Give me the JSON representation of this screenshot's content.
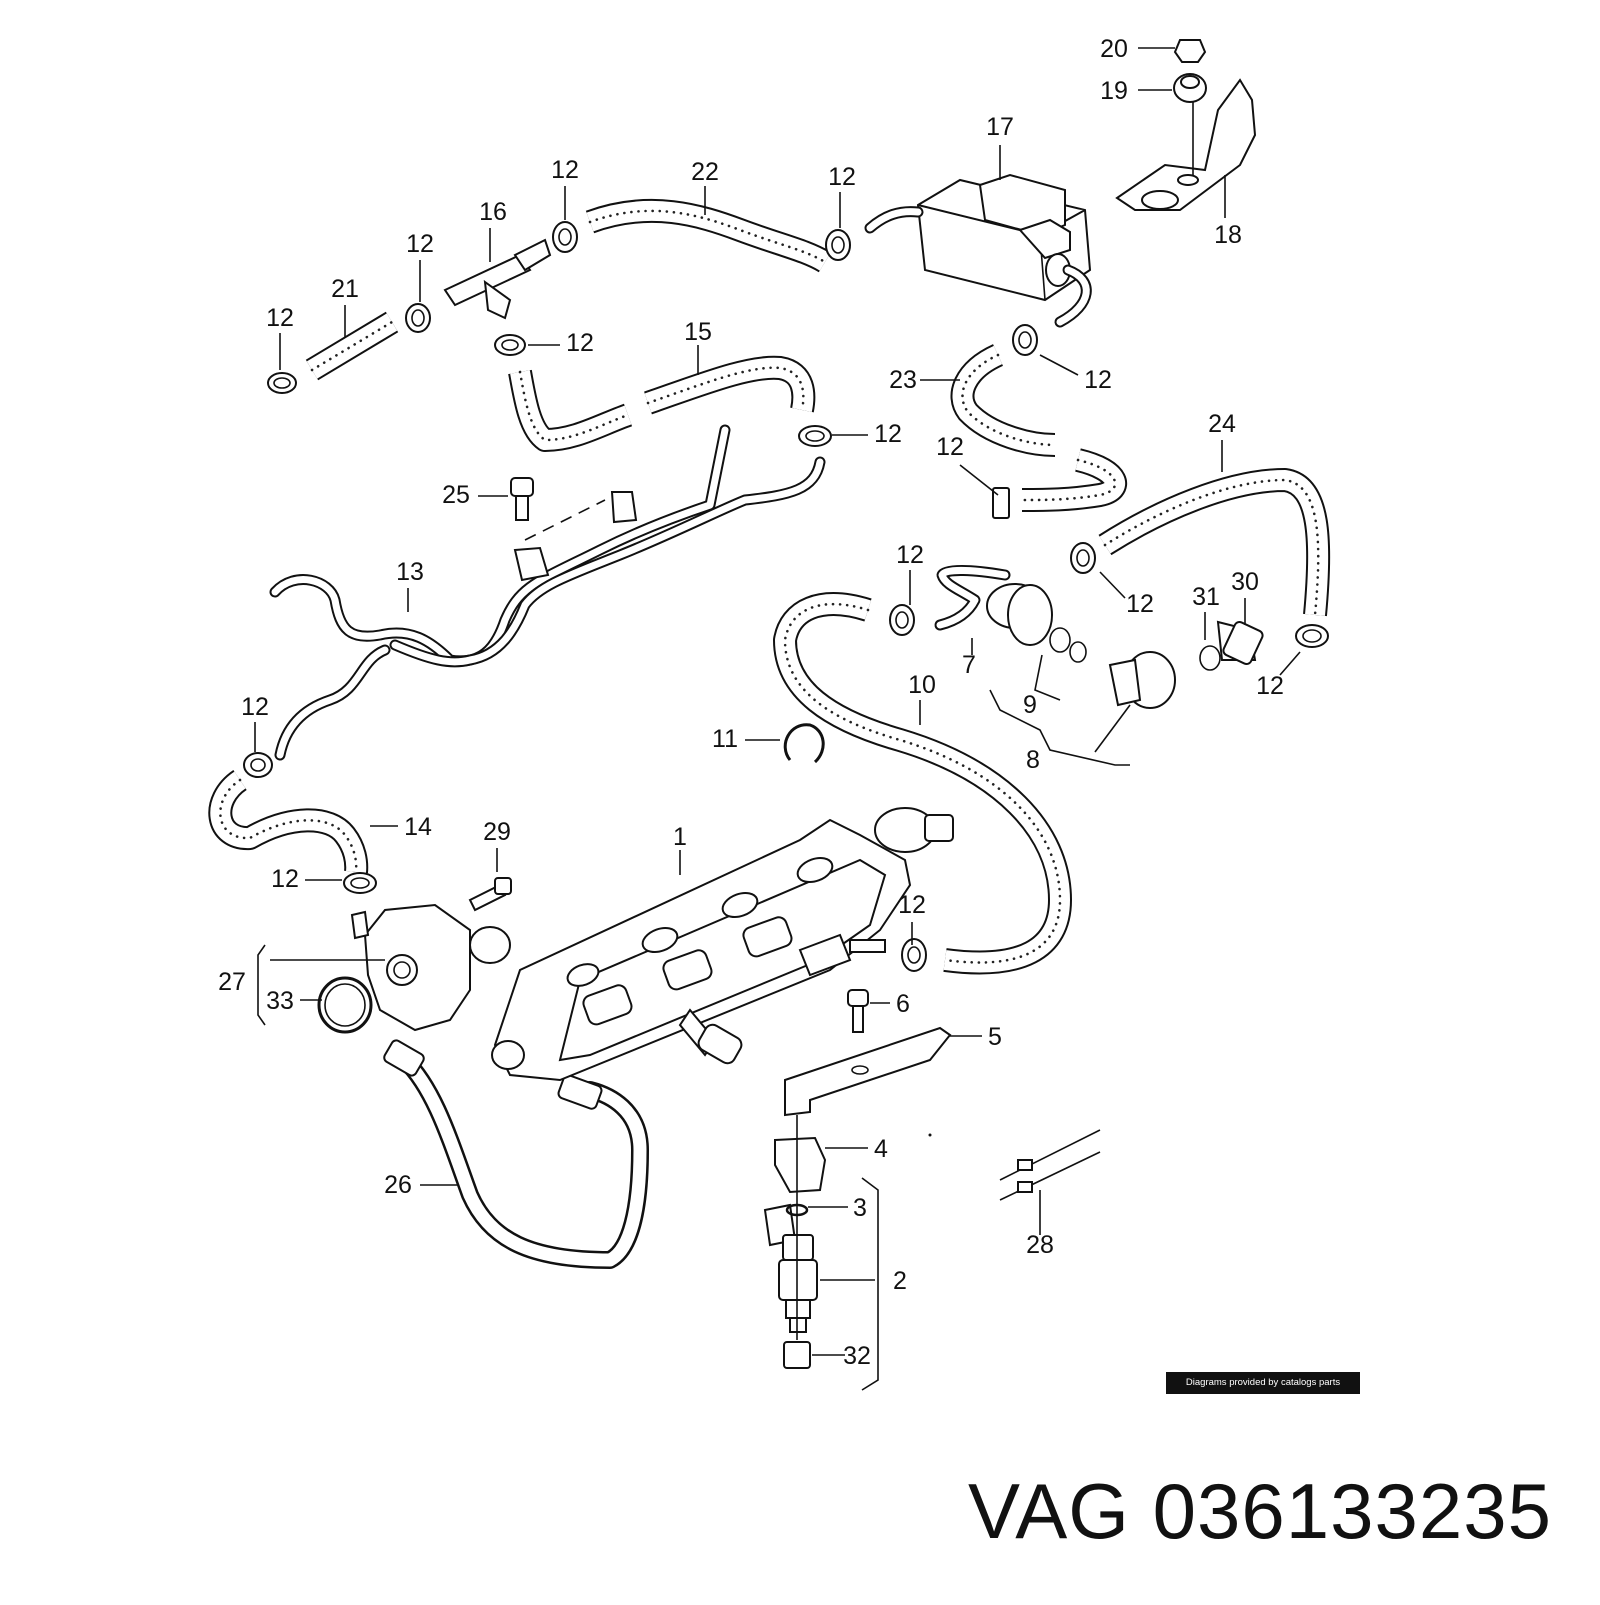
{
  "diagram": {
    "callouts": [
      "1",
      "2",
      "3",
      "4",
      "5",
      "6",
      "7",
      "8",
      "9",
      "10",
      "11",
      "12",
      "13",
      "14",
      "15",
      "16",
      "17",
      "18",
      "19",
      "20",
      "21",
      "22",
      "23",
      "24",
      "25",
      "26",
      "27",
      "28",
      "29",
      "30",
      "31",
      "32",
      "33"
    ]
  },
  "credit": "Diagrams provided by catalogs parts",
  "brand": {
    "maker": "VAG",
    "part_number": "036133235"
  }
}
